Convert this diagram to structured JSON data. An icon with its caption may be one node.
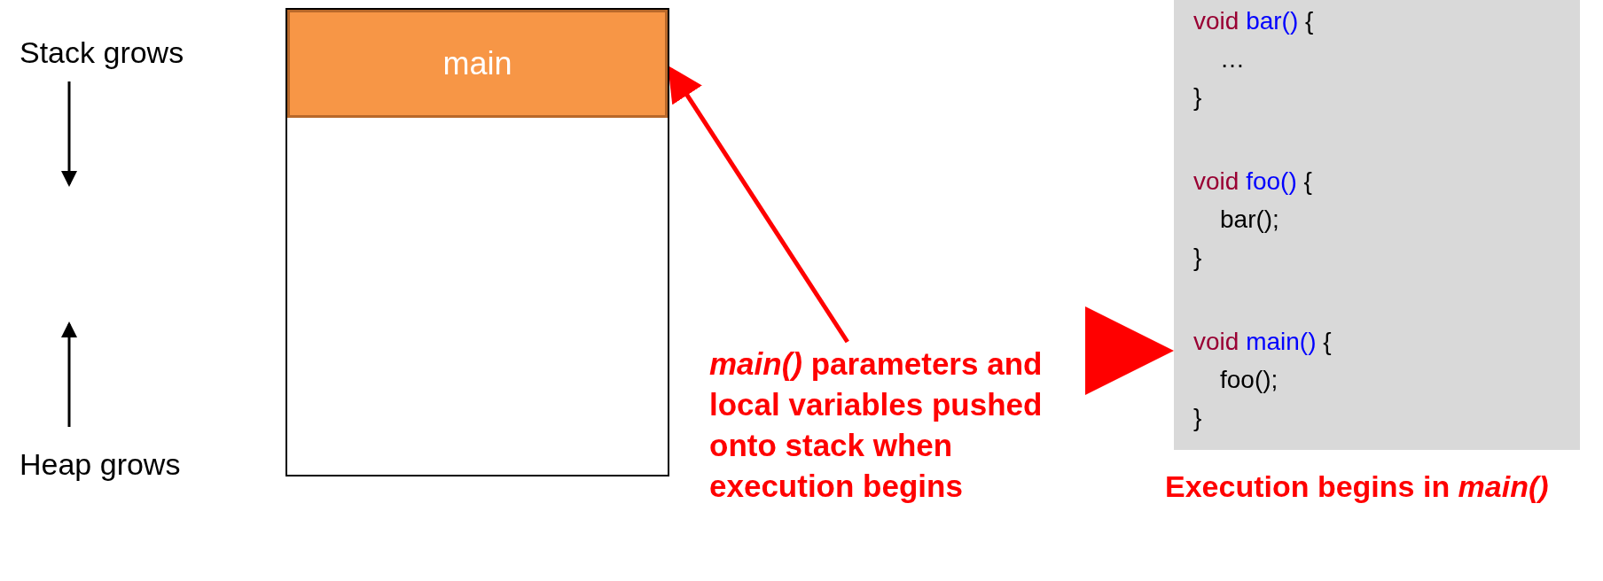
{
  "diagram": {
    "nodes": [
      {
        "text": [],
        "shape": "box"
      },
      {
        "text": [
          "main"
        ],
        "in": 0
      },
      {
        "text": [
          "*main()* parameters and local variables pushed onto stack when execution begins"
        ]
      },
      {
        "text": [
          "void bar() { … }",
          "void foo() { bar(); }",
          "void main() { foo(); }"
        ],
        "beside": [
          "Execution begins in *main()*"
        ]
      }
    ],
    "edges": [
      {
        "from": 2,
        "to": 1,
        "arrow": "to",
        "color": "#ff0000"
      },
      {
        "from": null,
        "to": 3,
        "arrow": "to",
        "color": "#ff0000",
        "style": "thick"
      }
    ],
    "labels": [
      "Stack grows",
      "Heap grows"
    ]
  }
}
